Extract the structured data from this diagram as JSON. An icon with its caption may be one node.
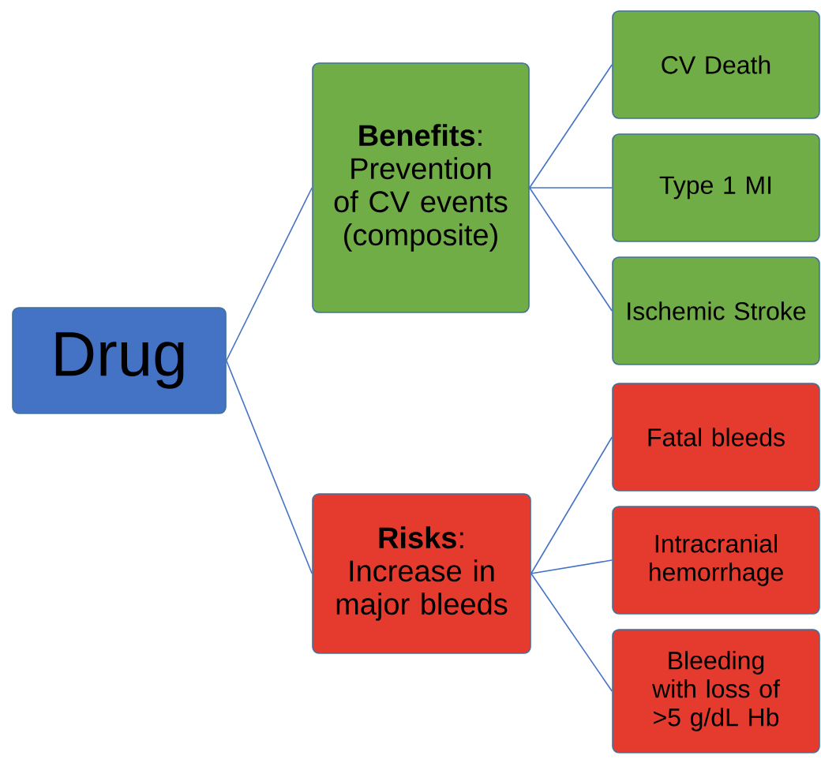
{
  "diagram": {
    "nodes": [
      {
        "text": [
          "Drug"
        ]
      },
      {
        "text": [
          "**Benefits**: Prevention of CV events (composite)"
        ]
      },
      {
        "text": [
          "**Risks**: Increase in major bleeds"
        ]
      },
      {
        "text": [
          "CV Death"
        ]
      },
      {
        "text": [
          "Type 1 MI"
        ]
      },
      {
        "text": [
          "Ischemic Stroke"
        ]
      },
      {
        "text": [
          "Fatal bleeds"
        ]
      },
      {
        "text": [
          "Intracranial hemorrhage"
        ]
      },
      {
        "text": [
          "Bleeding with loss of >5 g/dL Hb"
        ]
      }
    ],
    "edges": [
      {
        "from": 0,
        "to": 1,
        "arrow": "none"
      },
      {
        "from": 0,
        "to": 2,
        "arrow": "none"
      },
      {
        "from": 1,
        "to": 3,
        "arrow": "none"
      },
      {
        "from": 1,
        "to": 4,
        "arrow": "none"
      },
      {
        "from": 1,
        "to": 5,
        "arrow": "none"
      },
      {
        "from": 2,
        "to": 6,
        "arrow": "none"
      },
      {
        "from": 2,
        "to": 7,
        "arrow": "none"
      },
      {
        "from": 2,
        "to": 8,
        "arrow": "none"
      }
    ]
  }
}
